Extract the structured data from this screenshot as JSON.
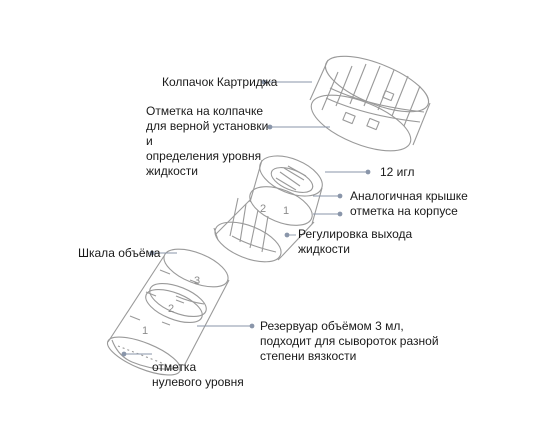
{
  "diagram": {
    "labels": {
      "cap": "Колпачок Картриджа",
      "cap_mark": [
        "Отметка на колпачке",
        "для верной установки и",
        "определения уровня",
        "жидкости"
      ],
      "needles": "12 игл",
      "body_mark": [
        "Аналогичная крышке",
        "отметка на корпусе"
      ],
      "flow_adjust": [
        "Регулировка выхода",
        "жидкости"
      ],
      "volume_scale": "Шкала объёма",
      "reservoir": [
        "Резервуар объёмом 3 мл,",
        "подходит для сывороток разной",
        "степени вязкости"
      ],
      "zero_mark": [
        "отметка",
        "нулевого уровня"
      ]
    },
    "scale_numbers": [
      "1",
      "2",
      "3"
    ],
    "needle_head_numbers": [
      "2",
      "1"
    ],
    "colors": {
      "leader": "#8a96aa",
      "dot": "#8a96aa",
      "outline": "#9a9a9a",
      "text": "#1a1a1a"
    }
  }
}
